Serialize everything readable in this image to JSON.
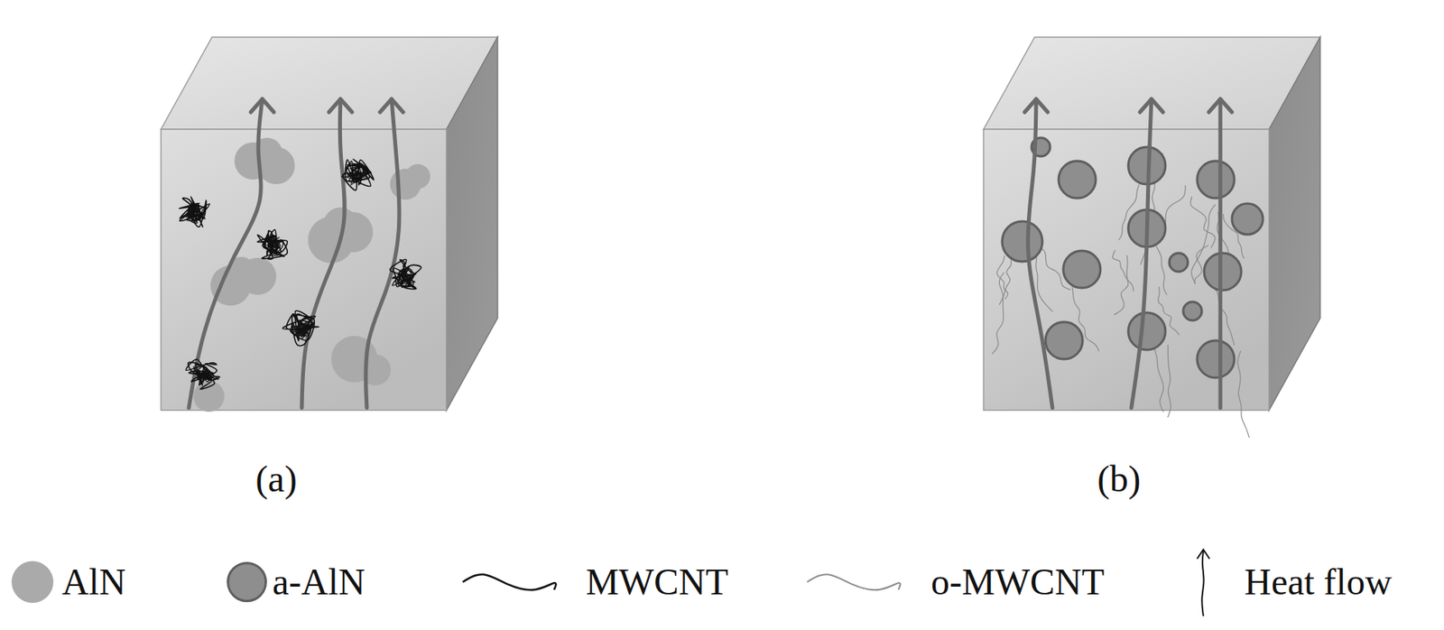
{
  "diagram": {
    "labels": [
      "(a)",
      "(b)"
    ],
    "legend": [
      {
        "text": "AlN",
        "color": "#aaaaaa"
      },
      {
        "text": "a-AlN",
        "color": "#8e8e8e"
      },
      {
        "text": "MWCNT"
      },
      {
        "text": "o-MWCNT"
      },
      {
        "text": "Heat flow"
      }
    ]
  }
}
